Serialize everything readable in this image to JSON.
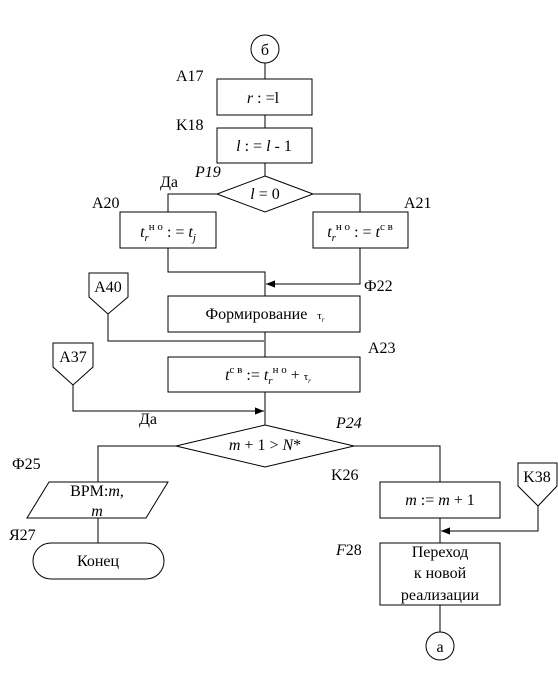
{
  "connectors": {
    "top": "б",
    "bottom": "а"
  },
  "labels": {
    "a17": "A17",
    "k18": "K18",
    "p19": "P19",
    "a20": "A20",
    "a21": "A21",
    "phi22": "Ф22",
    "a23": "A23",
    "p24": "P24",
    "phi25": "Ф25",
    "k26": "K26",
    "ya27": "Я27",
    "f28": "F28",
    "yes1": "Да",
    "yes2": "Да"
  },
  "offpage": {
    "a40": "A40",
    "a37": "A37",
    "k38": "K38"
  },
  "blocks": {
    "b17": {
      "lhs": "r",
      "op": " : =",
      "rhs": "l"
    },
    "b18": {
      "lhs": "l",
      "op": " : = ",
      "var": "l",
      "tail": " - 1"
    },
    "b19": {
      "var": "l",
      "op": " = 0"
    },
    "b20": {
      "t": "t",
      "sub_r": "r",
      "sup": "н о",
      "op": " : = ",
      "t2": "t",
      "sub_j": "j"
    },
    "b21": {
      "t": "t",
      "sub_r": "r",
      "sup": "н о",
      "op": " : = ",
      "t2": "t",
      "sup2": "с в"
    },
    "b22": {
      "text": "Формирование",
      "tau": "τ",
      "sub_r": "r"
    },
    "b23": {
      "t": "t",
      "sup": "с в",
      "op": " := ",
      "t2": "t",
      "sub_r": "r",
      "sup2": "н о",
      "plus": " + ",
      "tau": "τ",
      "sub_r2": "r"
    },
    "b24": {
      "m": "m",
      "mid": " + 1 > ",
      "n": "N",
      "star": "*"
    },
    "b25": {
      "line1_pre": "ВРМ:",
      "line1_var": "m",
      "line1_post": ",",
      "line2": "m"
    },
    "b26": {
      "m1": "m",
      "op": " := ",
      "m2": "m",
      "tail": " + 1"
    },
    "b27": {
      "text": "Конец"
    },
    "b28": {
      "line1": "Переход",
      "line2": "к новой",
      "line3": "реализации"
    }
  }
}
